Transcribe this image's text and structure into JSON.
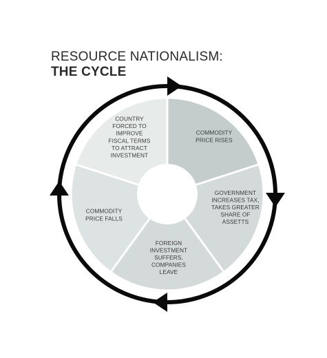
{
  "title": {
    "line1": "RESOURCE NATIONALISM:",
    "line2": "THE CYCLE"
  },
  "segments": [
    {
      "id": "commodity-price-rises",
      "lines": [
        "COMMODITY",
        "PRICE RISES"
      ],
      "color": "#c4cdcb"
    },
    {
      "id": "government-increases-tax",
      "lines": [
        "GOVERNMENT",
        "INCREASES TAX,",
        "TAKES GREATER",
        "SHARE OF",
        "ASSETTS"
      ],
      "color": "#d3dad9"
    },
    {
      "id": "foreign-investment-suffers",
      "lines": [
        "FOREIGN",
        "INVESTMENT",
        "SUFFERS,",
        "COMPANIES",
        "LEAVE"
      ],
      "color": "#d3dad9"
    },
    {
      "id": "commodity-price-falls",
      "lines": [
        "COMMODITY",
        "PRICE FALLS"
      ],
      "color": "#dde3e2"
    },
    {
      "id": "country-forced-to-improve",
      "lines": [
        "COUNTRY",
        "FORCED TO",
        "IMPROVE",
        "FISCAL TERMS",
        "TO ATTRACT",
        "INVESTMENT"
      ],
      "color": "#e7ebea"
    }
  ],
  "colors": {
    "ring": "#0a0a0a",
    "divider": "#ffffff",
    "center": "#ffffff",
    "text": "#3a3a3a"
  },
  "icons": {
    "arrow": "triangle-arrowhead-icon"
  }
}
